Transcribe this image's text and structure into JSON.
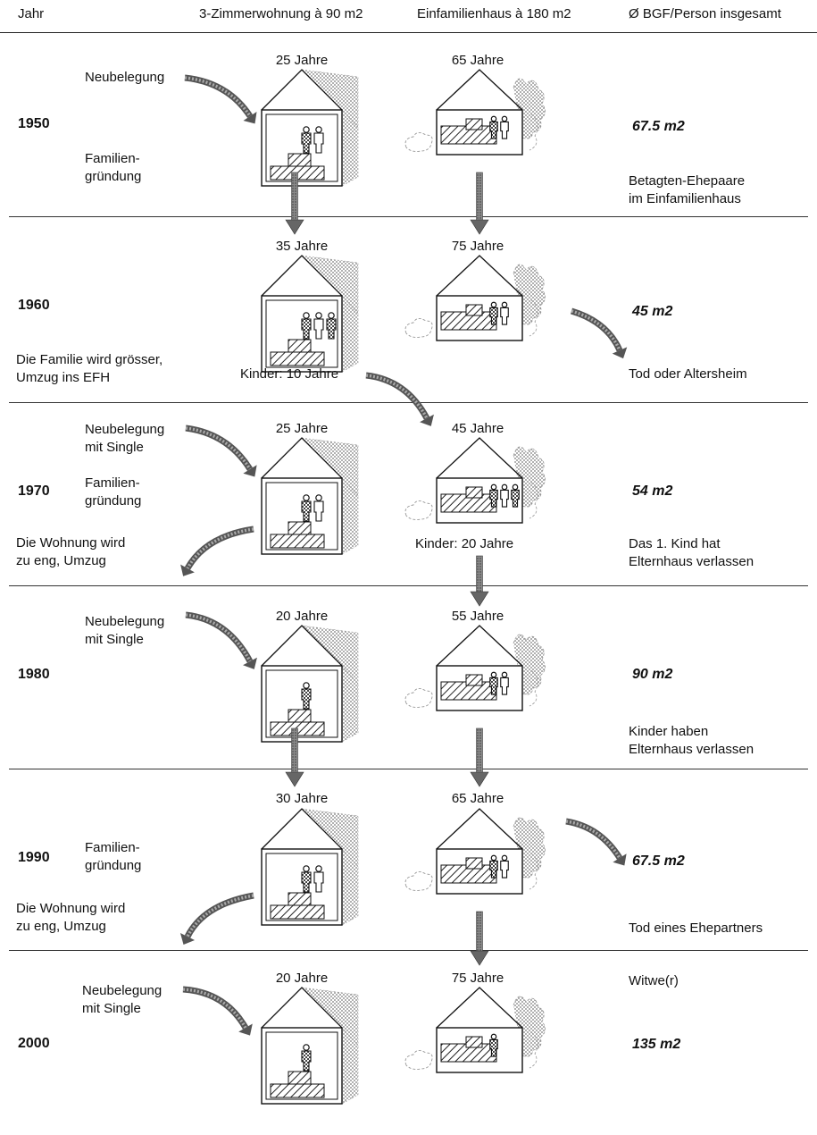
{
  "header": {
    "col_year": "Jahr",
    "col_flat": "3-Zimmerwohnung à 90 m2",
    "col_house": "Einfamilienhaus à 180 m2",
    "col_area": "Ø BGF/Person insgesamt"
  },
  "rows": [
    {
      "year": "1950",
      "flat_age": "25 Jahre",
      "house_age": "65 Jahre",
      "left_text_1": "Neubelegung",
      "left_text_2": "Familien-\ngründung",
      "area": "67.5 m2",
      "right_text": "Betagten-Ehepaare\nim Einfamilienhaus"
    },
    {
      "year": "1960",
      "flat_age": "35 Jahre",
      "house_age": "75 Jahre",
      "left_text_1": "Die Familie wird grösser,\nUmzug ins EFH",
      "middle_text": "Kinder: 10 Jahre",
      "area": "45 m2",
      "right_text": "Tod oder Altersheim"
    },
    {
      "year": "1970",
      "flat_age": "25 Jahre",
      "house_age": "45 Jahre",
      "left_text_1": "Neubelegung\nmit Single",
      "left_text_2": "Familien-\ngründung",
      "left_text_3": "Die Wohnung wird\nzu eng, Umzug",
      "middle_text": "Kinder: 20 Jahre",
      "area": "54 m2",
      "right_text": "Das 1. Kind hat\nElternhaus verlassen"
    },
    {
      "year": "1980",
      "flat_age": "20 Jahre",
      "house_age": "55 Jahre",
      "left_text_1": "Neubelegung\nmit Single",
      "area": "90 m2",
      "right_text": "Kinder haben\nElternhaus verlassen"
    },
    {
      "year": "1990",
      "flat_age": "30 Jahre",
      "house_age": "65 Jahre",
      "left_text_1": "Familien-\ngründung",
      "left_text_2": "Die Wohnung wird\nzu eng, Umzug",
      "area": "67.5 m2",
      "right_text": "Tod eines Ehepartners"
    },
    {
      "year": "2000",
      "flat_age": "20 Jahre",
      "house_age": "75 Jahre",
      "left_text_1": "Neubelegung\nmit Single",
      "area": "135 m2",
      "right_text": "Witwe(r)"
    }
  ]
}
